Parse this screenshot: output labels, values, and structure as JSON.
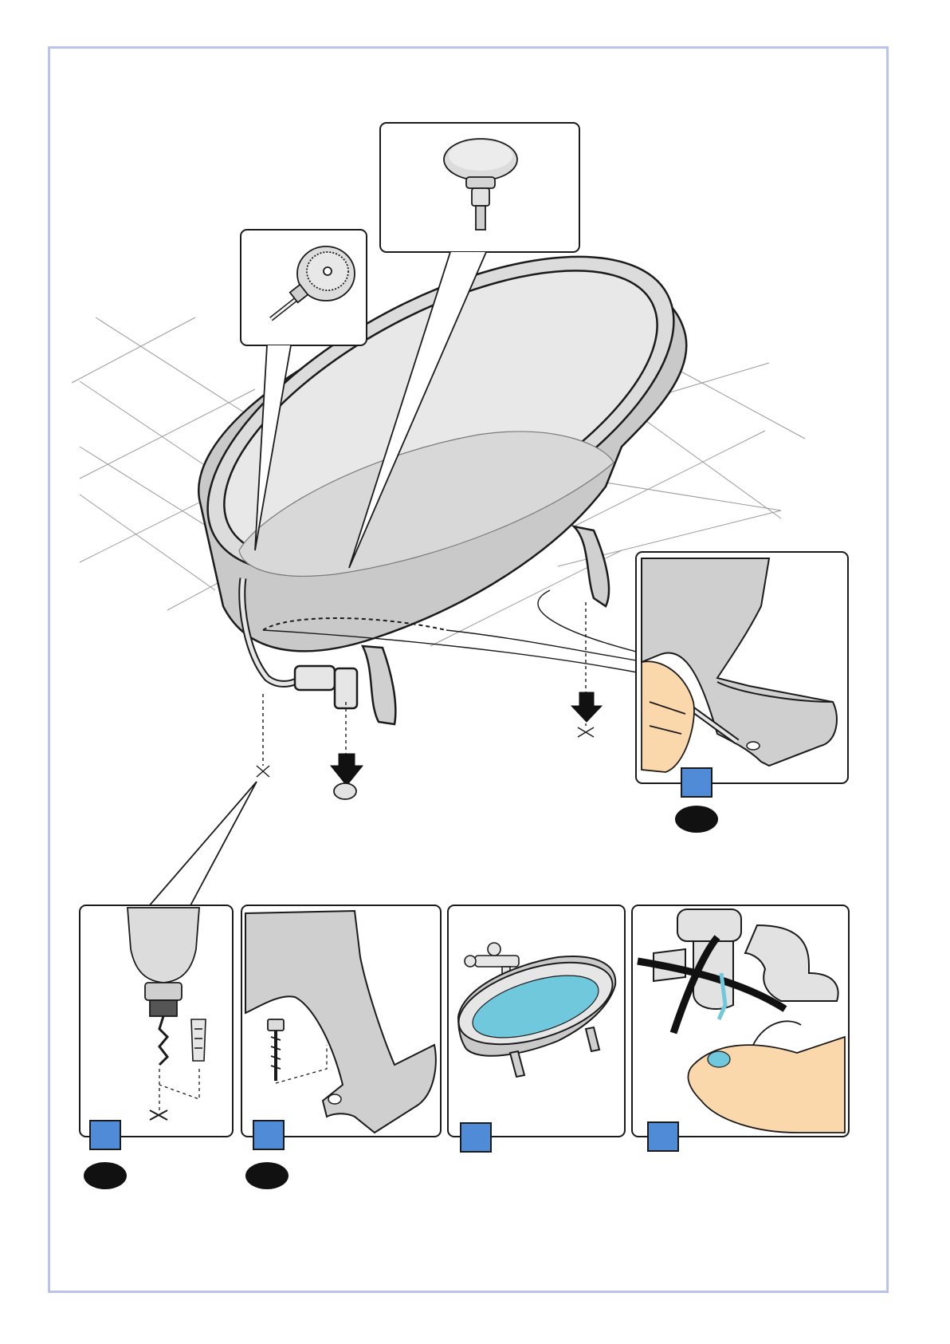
{
  "document": {
    "type": "installation-instructions",
    "subject": "freestanding-bathtub"
  },
  "colors": {
    "frame": "#b9c3ec",
    "step_badge": "#4f8bd6",
    "bath_grey": "#c9c9c9",
    "bath_inner": "#e6e6e6",
    "water": "#6fc8dc",
    "skin": "#fbd8ac",
    "outline": "#1b1b1b"
  },
  "icons": [
    "plug-icon",
    "overflow-cover-icon",
    "pencil-icon",
    "drill-icon",
    "screw-icon",
    "wall-plug-icon",
    "tap-icon",
    "waste-trap-icon"
  ],
  "steps": [
    {
      "id": "mark-holes",
      "has_badge": true,
      "has_marker": true
    },
    {
      "id": "drill-holes",
      "has_badge": true,
      "has_marker": true
    },
    {
      "id": "screw-feet",
      "has_badge": true,
      "has_marker": true
    },
    {
      "id": "fill-test",
      "has_badge": true,
      "has_marker": false
    },
    {
      "id": "leak-check",
      "has_badge": true,
      "has_marker": false
    }
  ]
}
